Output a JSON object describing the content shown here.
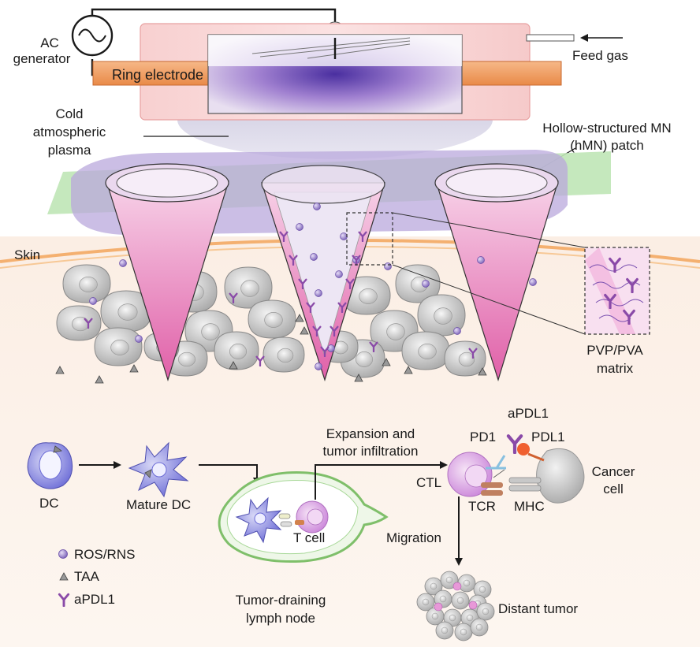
{
  "labels": {
    "ac_generator_line1": "AC",
    "ac_generator_line2": "generator",
    "feed_gas": "Feed gas",
    "ring_electrode": "Ring electrode",
    "cold_plasma_line1": "Cold",
    "cold_plasma_line2": "atmospheric",
    "cold_plasma_line3": "plasma",
    "hmn_line1": "Hollow-structured MN",
    "hmn_line2": "(hMN) patch",
    "skin": "Skin",
    "matrix_line1": "PVP/PVA",
    "matrix_line2": "matrix",
    "dc": "DC",
    "mature_dc": "Mature DC",
    "expansion_line1": "Expansion and",
    "expansion_line2": "tumor infiltration",
    "aPDL1": "aPDL1",
    "pd1": "PD1",
    "pdl1": "PDL1",
    "ctl": "CTL",
    "cancer_line1": "Cancer",
    "cancer_line2": "cell",
    "tcr": "TCR",
    "mhc": "MHC",
    "migration": "Migration",
    "t_cell": "T cell",
    "lymph_line1": "Tumor-draining",
    "lymph_line2": "lymph node",
    "distant_tumor": "Distant tumor"
  },
  "legend": {
    "ros": "ROS/RNS",
    "taa": "TAA",
    "apdl1": "aPDL1"
  },
  "colors": {
    "electrode": "#f0a060",
    "chamber": "#f8cccc",
    "plasma": "#5a3fb0",
    "patch": "#a8e0a0",
    "needle": "#e87ab8",
    "skin_line": "#f4b070",
    "cell": "#c8c8c8",
    "dc": "#8080e0",
    "ctl": "#d890e0",
    "antibody": "#8a4aa8"
  }
}
